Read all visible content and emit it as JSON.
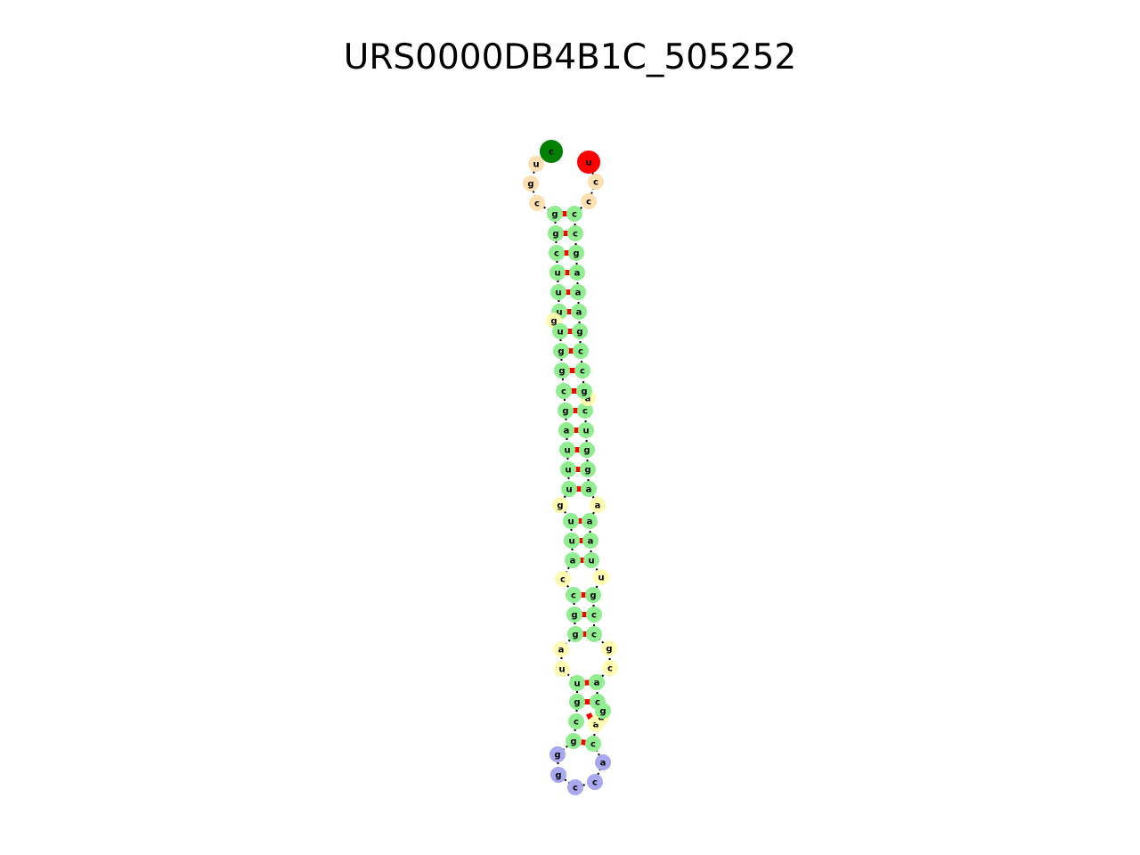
{
  "title": "URS0000DB4B1C_505252",
  "colors": {
    "five_prime_end": "#008000",
    "three_prime_end": "#ff0000",
    "unpaired_end": "#fde0b2",
    "stem": "#90ee90",
    "interior_loop": "#fffbb0",
    "hairpin_loop": "#a8a8f0",
    "pair_bond": "#ff0000",
    "backbone": "#000000"
  },
  "five_prime_tail": [
    "c",
    "u",
    "g",
    "c"
  ],
  "three_prime_tail": [
    "c",
    "c",
    "u"
  ],
  "stem_pairs": [
    [
      "g",
      "c"
    ],
    [
      "g",
      "c"
    ],
    [
      "c",
      "g"
    ],
    [
      "u",
      "a"
    ],
    [
      "u",
      "a"
    ],
    [
      "u",
      "a"
    ],
    [
      "u",
      "g"
    ],
    [
      "g",
      "c"
    ],
    [
      "g",
      "c"
    ],
    [
      "c",
      "g"
    ],
    [
      "g",
      "c"
    ],
    [
      "a",
      "u"
    ],
    [
      "u",
      "g"
    ],
    [
      "u",
      "g"
    ],
    [
      "u",
      "a"
    ],
    [
      "u",
      "a"
    ],
    [
      "u",
      "a"
    ],
    [
      "a",
      "u"
    ],
    [
      "c",
      "g"
    ],
    [
      "g",
      "c"
    ],
    [
      "g",
      "c"
    ],
    [
      "u",
      "a"
    ],
    [
      "g",
      "c"
    ],
    [
      "c",
      "g"
    ],
    [
      "g",
      "c"
    ]
  ],
  "interior_loop_left": [
    "g",
    "g",
    "c",
    "a",
    "u"
  ],
  "interior_loop_right": [
    "a",
    "a",
    "c",
    "g",
    "u",
    "a",
    "a"
  ],
  "hairpin_loop": [
    "g",
    "g",
    "c",
    "c",
    "a"
  ]
}
